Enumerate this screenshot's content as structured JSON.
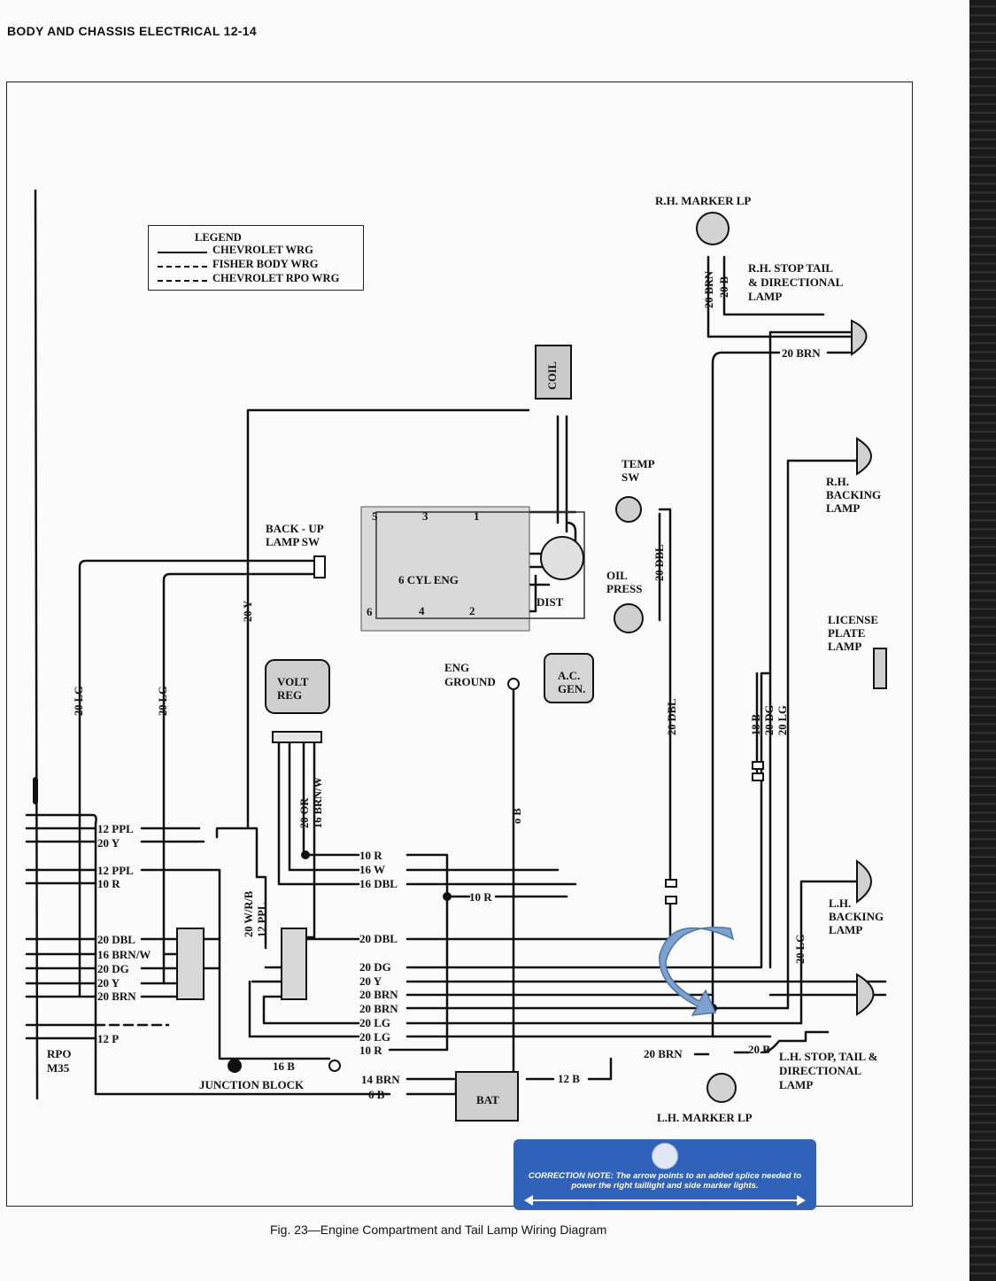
{
  "header": "BODY AND CHASSIS ELECTRICAL 12-14",
  "caption": "Fig. 23—Engine Compartment and Tail Lamp Wiring Diagram",
  "legend": {
    "title": "LEGEND",
    "items": [
      "CHEVROLET WRG",
      "FISHER BODY WRG",
      "CHEVROLET RPO WRG"
    ]
  },
  "components": {
    "rh_marker": "R.H. MARKER LP",
    "rh_stop": [
      "R.H. STOP TAIL",
      "& DIRECTIONAL",
      "LAMP"
    ],
    "coil": "COIL",
    "temp_sw": [
      "TEMP",
      "SW"
    ],
    "rh_backing": [
      "R.H.",
      "BACKING",
      "LAMP"
    ],
    "backup_sw": [
      "BACK - UP",
      "LAMP SW"
    ],
    "engine": "6 CYL ENG",
    "dist": "DIST",
    "oil_press": [
      "OIL",
      "PRESS"
    ],
    "license": [
      "LICENSE",
      "PLATE",
      "LAMP"
    ],
    "volt_reg": [
      "VOLT",
      "REG"
    ],
    "eng_ground": [
      "ENG",
      "GROUND"
    ],
    "gen": [
      "A.C.",
      "GEN."
    ],
    "lh_backing": [
      "L.H.",
      "BACKING",
      "LAMP"
    ],
    "lh_stop": [
      "L.H. STOP, TAIL &",
      "DIRECTIONAL",
      "LAMP"
    ],
    "lh_marker": "L.H. MARKER LP",
    "junction": "JUNCTION BLOCK",
    "battery": "BAT",
    "rpo": [
      "RPO",
      "M35"
    ],
    "pins": [
      "5",
      "3",
      "1",
      "6",
      "4",
      "2"
    ]
  },
  "wires_h": [
    "20 BRN",
    "12 PPL",
    "20 Y",
    "12 PPL",
    "10 R",
    "10 R",
    "16 W",
    "16 DBL",
    "10 R",
    "20 DBL",
    "16 BRN/W",
    "20 DG",
    "20 Y",
    "20 BRN",
    "20 DBL",
    "20 DG",
    "20 Y",
    "20 BRN",
    "20 BRN",
    "20 LG",
    "20 LG",
    "10 R",
    "12 P",
    "16 B",
    "14 BRN",
    "6 B",
    "12 B",
    "20 BRN",
    "20 B"
  ],
  "wires_v": [
    "20 BRN",
    "20 B",
    "20 Y",
    "20 DBL",
    "20 LG",
    "20 LG",
    "20 OR",
    "16 BRN/W",
    "o B",
    "20 DBL",
    "18 B",
    "20 DG",
    "20 LG",
    "20 W/R/B",
    "12 PPL",
    "20 LG"
  ],
  "note": "CORRECTION NOTE: The arrow points to an added splice needed to power the right taillight and side marker lights."
}
